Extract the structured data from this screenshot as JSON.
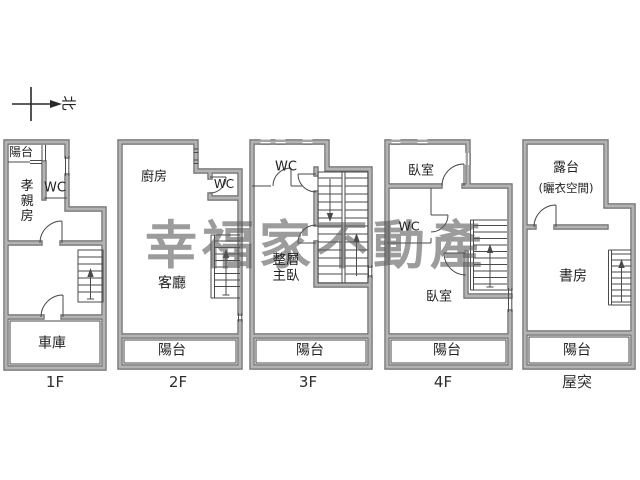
{
  "page": {
    "background": "#ffffff"
  },
  "colors": {
    "wall_core": "#b3b3b3",
    "wall_edge": "#6f6f6f",
    "line": "#4a4a4a",
    "text": "#222222",
    "watermark": "#5a5a5a"
  },
  "compass": {
    "north_label": "北"
  },
  "watermark": {
    "text": "幸福家不動產"
  },
  "floors": [
    {
      "id": "1F",
      "label": "1F",
      "rooms": {
        "balcony": "陽台",
        "parents_room": "孝親房",
        "wc": "WC",
        "garage": "車庫"
      }
    },
    {
      "id": "2F",
      "label": "2F",
      "rooms": {
        "kitchen": "廚房",
        "wc": "WC",
        "living_room": "客廳",
        "balcony": "陽台"
      }
    },
    {
      "id": "3F",
      "label": "3F",
      "rooms": {
        "wc": "WC",
        "master_bedroom": "整層\n主臥",
        "balcony": "陽台"
      }
    },
    {
      "id": "4F",
      "label": "4F",
      "rooms": {
        "bedroom_upper": "臥室",
        "wc": "WC",
        "bedroom_lower": "臥室",
        "balcony": "陽台"
      }
    },
    {
      "id": "RF",
      "label": "屋突",
      "rooms": {
        "terrace": "露台",
        "laundry_note": "(曬衣空間)",
        "study": "書房",
        "balcony": "陽台"
      }
    }
  ]
}
